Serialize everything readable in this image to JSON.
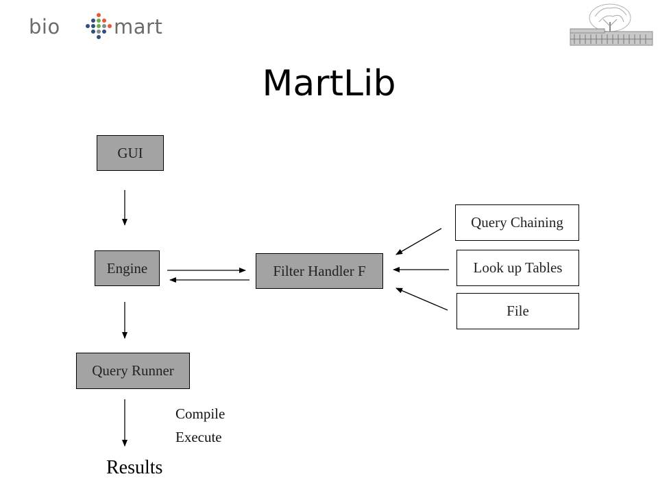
{
  "logo": {
    "left_text": "bio",
    "right_text": "mart"
  },
  "title": "MartLib",
  "nodes": {
    "gui": "GUI",
    "engine": "Engine",
    "query_runner": "Query Runner",
    "filter_handler": "Filter Handler F",
    "query_chaining": "Query Chaining",
    "lookup_tables": "Look up Tables",
    "file": "File"
  },
  "steps": [
    "Compile",
    "Execute"
  ],
  "results": "Results",
  "colors": {
    "grey_box": "#a3a3a3",
    "logo_orange": "#e8573a",
    "logo_green": "#6ab04c",
    "logo_blue": "#2f4f7f",
    "logo_grey": "#8a8a8a"
  }
}
